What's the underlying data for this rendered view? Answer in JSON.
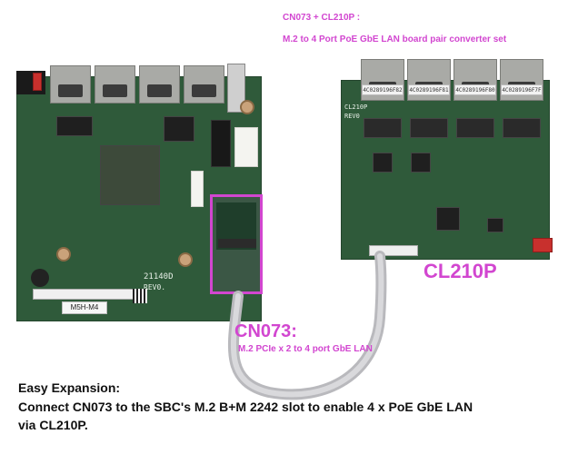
{
  "header": {
    "title": "CN073 + CL210P :",
    "subtitle": "M.2 to 4 Port  PoE GbE LAN board pair converter set"
  },
  "cl210p_label": "CL210P",
  "cn073": {
    "title": "CN073:",
    "subtitle": "M.2 PCIe x 2  to 4 port GbE LAN"
  },
  "sbc_board": {
    "silkscreen": "21140D",
    "rev": "REV0.",
    "tag": "M5H-M4"
  },
  "cl210p_board": {
    "silk": "CL210P",
    "rev": "REV0",
    "mac_labels": [
      "4C0289196F82",
      "4C0289196F81",
      "4C0289196F80",
      "4C0289196F7F"
    ]
  },
  "footer": {
    "line1": "Easy Expansion:",
    "line2": "Connect CN073 to the SBC's M.2 B+M 2242 slot to enable 4 x PoE GbE LAN",
    "line3": "via CL210P."
  },
  "colors": {
    "accent": "#d246d0",
    "pcb_green": "#2f5a3a",
    "text": "#111111"
  }
}
